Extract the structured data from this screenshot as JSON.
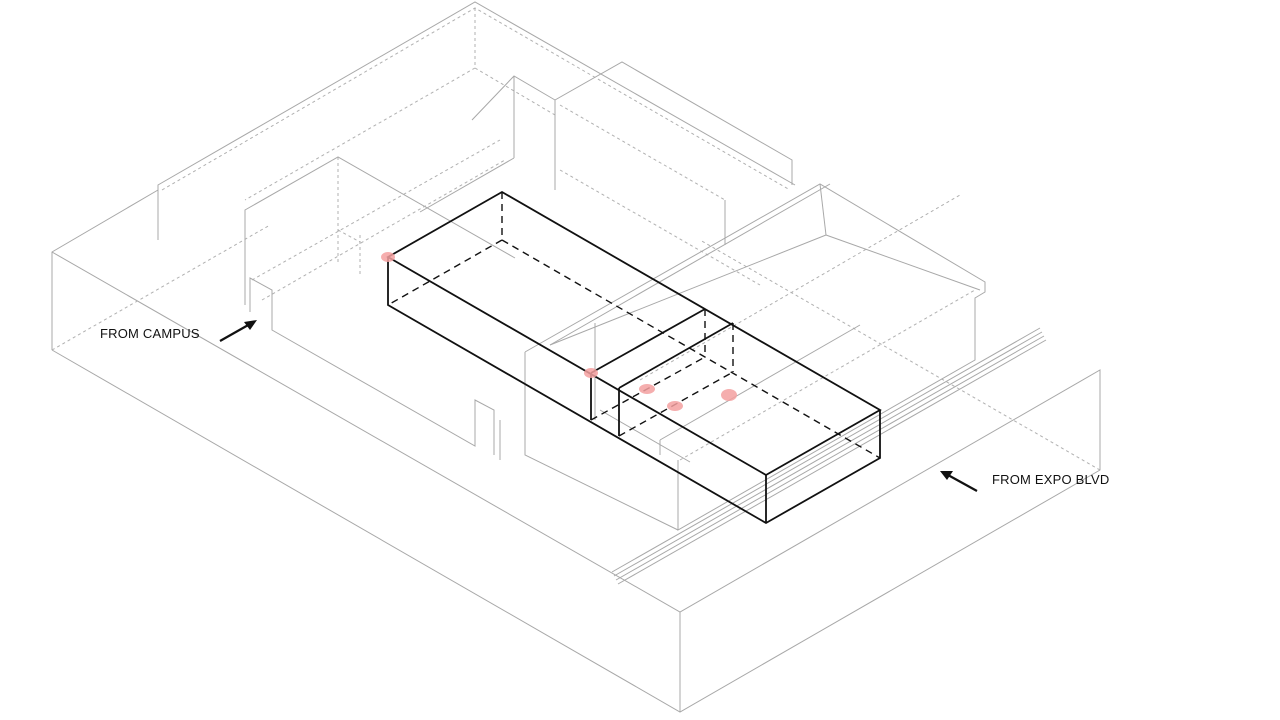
{
  "labels": {
    "from_campus": "FROM CAMPUS",
    "from_expo": "FROM EXPO BLVD"
  },
  "colors": {
    "context_lines": "#a8a8a8",
    "highlight_volume": "#111111",
    "markers": "#f4a0a0"
  },
  "markers_count": 5
}
